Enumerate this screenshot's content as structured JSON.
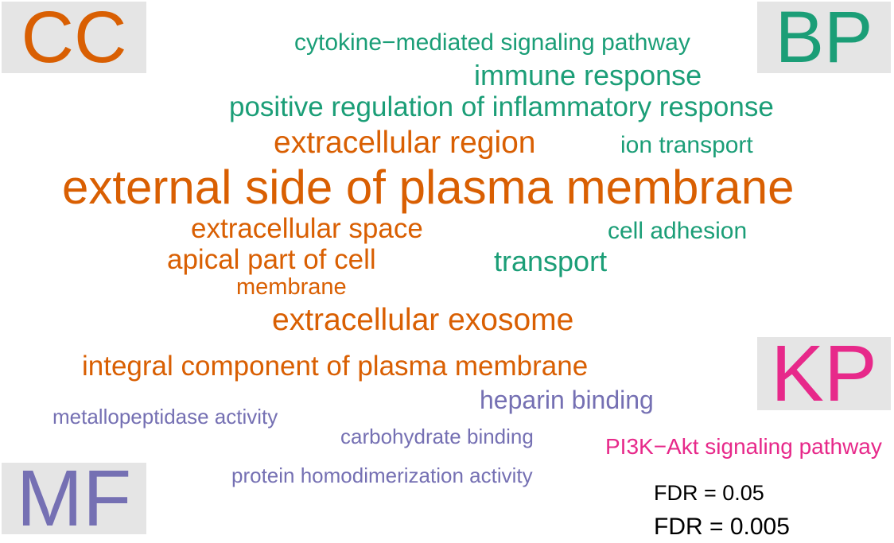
{
  "colors": {
    "BP": "#1b9e77",
    "CC": "#d95f02",
    "MF": "#7570b3",
    "KP": "#e7298a"
  },
  "categories": {
    "CC": "CC",
    "BP": "BP",
    "KP": "KP",
    "MF": "MF"
  },
  "terms": [
    {
      "id": "t1",
      "text": "cytokine−mediated signaling pathway",
      "category": "BP"
    },
    {
      "id": "t2",
      "text": "immune response",
      "category": "BP"
    },
    {
      "id": "t3",
      "text": "positive regulation of inflammatory response",
      "category": "BP"
    },
    {
      "id": "t4",
      "text": "extracellular region",
      "category": "CC"
    },
    {
      "id": "t5",
      "text": "ion transport",
      "category": "BP"
    },
    {
      "id": "t6",
      "text": "external side of plasma membrane",
      "category": "CC"
    },
    {
      "id": "t7",
      "text": "extracellular space",
      "category": "CC"
    },
    {
      "id": "t8",
      "text": "cell adhesion",
      "category": "BP"
    },
    {
      "id": "t9",
      "text": "apical part of cell",
      "category": "CC"
    },
    {
      "id": "t10",
      "text": "transport",
      "category": "BP"
    },
    {
      "id": "t11",
      "text": "membrane",
      "category": "CC"
    },
    {
      "id": "t12",
      "text": "extracellular exosome",
      "category": "CC"
    },
    {
      "id": "t13",
      "text": "integral component of plasma membrane",
      "category": "CC"
    },
    {
      "id": "t14",
      "text": "heparin binding",
      "category": "MF"
    },
    {
      "id": "t15",
      "text": "metallopeptidase activity",
      "category": "MF"
    },
    {
      "id": "t16",
      "text": "carbohydrate binding",
      "category": "MF"
    },
    {
      "id": "t17",
      "text": "PI3K−Akt signaling pathway",
      "category": "KP"
    },
    {
      "id": "t18",
      "text": "protein homodimerization activity",
      "category": "MF"
    }
  ],
  "legend": {
    "fdr_low": "FDR = 0.05",
    "fdr_high": "FDR = 0.005"
  }
}
